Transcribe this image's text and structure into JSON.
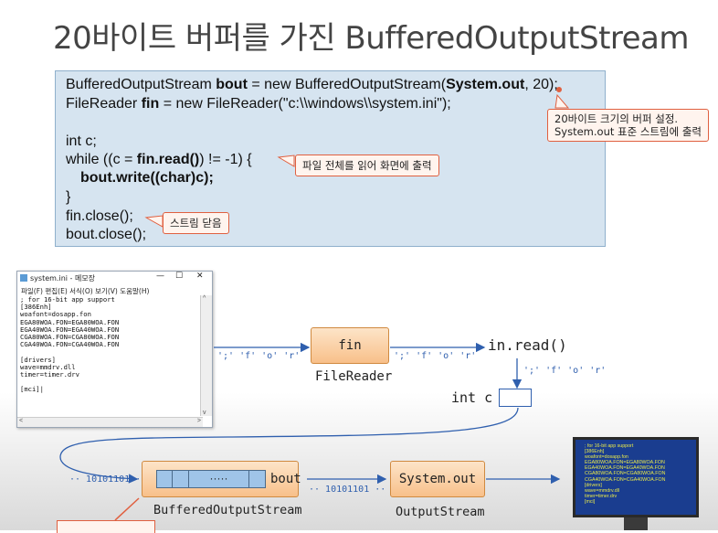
{
  "title": "20바이트 버퍼를 가진 BufferedOutputStream",
  "code": {
    "line1": {
      "a": "BufferedOutputStream ",
      "b": "bout",
      "c": " = new BufferedOutputStream(",
      "d": "System.out",
      "e": ", 20);"
    },
    "line2": {
      "a": "FileReader ",
      "b": "fin",
      "c": " = new FileReader(\"c:\\\\windows\\\\system.ini\");"
    },
    "line3": "int c;",
    "line4": {
      "a": "while ((c = ",
      "b": "fin.read()",
      "c": ") != -1) {"
    },
    "line5": "bout.write((char)c);",
    "line6": "}",
    "line7": "fin.close();",
    "line8": "bout.close();"
  },
  "callouts": {
    "buffer_line1": "20바이트 크기의 버퍼 설정.",
    "buffer_line2": "System.out 표준 스트림에 출력",
    "read_loop": "파일 전체를 읽어 화면에 출력",
    "close_stream": "스트림 닫음"
  },
  "notepad": {
    "title": "system.ini - 메모장",
    "menu": "파일(F)  편집(E)  서식(O)  보기(V)  도움말(H)",
    "content": "; for 16-bit app support\n[386Enh]\nwoafont=dosapp.fon\nEGA80WOA.FON=EGA80WOA.FON\nEGA40WOA.FON=EGA40WOA.FON\nCGA80WOA.FON=CGA80WOA.FON\nCGA40WOA.FON=CGA40WOA.FON\n\n[drivers]\nwave=mmdrv.dll\ntimer=timer.drv\n\n[mci]|"
  },
  "diagram": {
    "chars1": "';' 'f' 'o' 'r'",
    "fin_label": "fin",
    "filereader_label": "FileReader",
    "chars2": "';' 'f' 'o' 'r'",
    "inread_label": "in.read()",
    "chars3": "';' 'f' 'o' 'r'",
    "intc_label": "int c",
    "bits1": "·· 10101101 ··",
    "buffer_dots": "·····",
    "bout_label": "bout",
    "bufferedstream_label": "BufferedOutputStream",
    "bits2": "·· 10101101 ··",
    "sysout_label": "System.out",
    "outputstream_label": "OutputStream"
  },
  "monitor": {
    "content": "; for 16-bit app support\n[386Enh]\nwoafont=dosapp.fon\nEGA80WOA.FON=EGA80WOA.FON\nEGA40WOA.FON=EGA40WOA.FON\nCGA80WOA.FON=CGA80WOA.FON\nCGA40WOA.FON=CGA40WOA.FON\n[drivers]\nwave=mmdrv.dll\ntimer=timer.drv\n[mci]"
  },
  "colors": {
    "accent_blue": "#2f5fae",
    "callout_red": "#e06040",
    "box_orange": "#f8c08a",
    "buffer_blue": "#9fc4e8"
  }
}
